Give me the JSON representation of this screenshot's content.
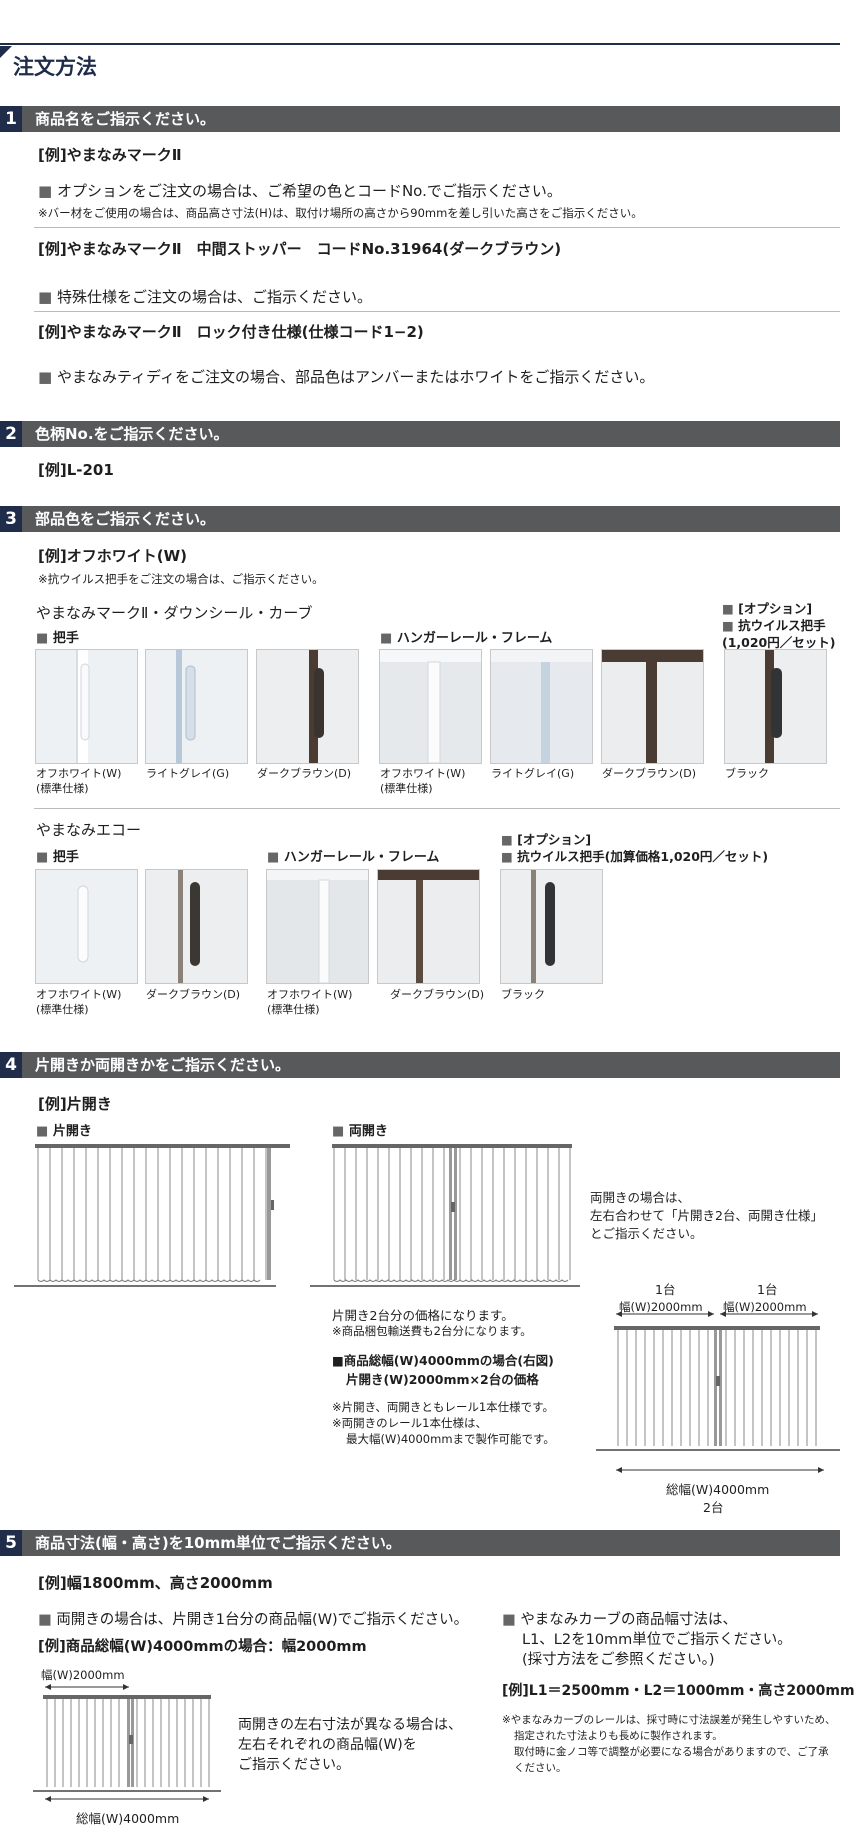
{
  "page_title": "注文方法",
  "sections": {
    "s1": {
      "num": "1",
      "title": "商品名をご指示ください。",
      "ex1": "[例]やまなみマークⅡ",
      "opt": "オプションをご注文の場合は、ご希望の色とコードNo.でご指示ください。",
      "opt_note": "※バー材をご使用の場合は、商品高さ寸法(H)は、取付け場所の高さから90mmを差し引いた高さをご指示ください。",
      "ex2": "[例]やまなみマークⅡ　中間ストッパー　コードNo.31964(ダークブラウン)",
      "special": "特殊仕様をご注文の場合は、ご指示ください。",
      "ex3": "[例]やまなみマークⅡ　ロック付き仕様(仕様コード1−2)",
      "tidy": "やまなみティディをご注文の場合、部品色はアンバーまたはホワイトをご指示ください。"
    },
    "s2": {
      "num": "2",
      "title": "色柄No.をご指示ください。",
      "ex": "[例]L-201"
    },
    "s3": {
      "num": "3",
      "title": "部品色をご指示ください。",
      "ex": "[例]オフホワイト(W)",
      "note": "※抗ウイルス把手をご注文の場合は、ご指示ください。",
      "g1": {
        "title": "やまなみマークⅡ・ダウンシール・カーブ",
        "handle": "把手",
        "rail": "ハンガーレール・フレーム",
        "opt_l1": "[オプション]",
        "opt_l2": "抗ウイルス把手",
        "opt_l3": "(1,020円／セット)",
        "labels": [
          "オフホワイト(W)",
          "(標準仕様)",
          "ライトグレイ(G)",
          "ダークブラウン(D)",
          "オフホワイト(W)",
          "(標準仕様)",
          "ライトグレイ(G)",
          "ダークブラウン(D)",
          "ブラック"
        ]
      },
      "g2": {
        "title": "やまなみエコー",
        "handle": "把手",
        "rail": "ハンガーレール・フレーム",
        "opt_l1": "[オプション]",
        "opt_l2": "抗ウイルス把手(加算価格1,020円／セット)",
        "labels": [
          "オフホワイト(W)",
          "(標準仕様)",
          "ダークブラウン(D)",
          "オフホワイト(W)",
          "(標準仕様)",
          "ダークブラウン(D)",
          "ブラック"
        ]
      }
    },
    "s4": {
      "num": "4",
      "title": "片開きか両開きかをご指示ください。",
      "ex": "[例]片開き",
      "single": "片開き",
      "double": "両開き",
      "dbl_l1": "両開きの場合は、",
      "dbl_l2": "左右合わせて「片開き2台、両開き仕様」",
      "dbl_l3": "とご指示ください。",
      "price1": "片開き2台分の価格になります。",
      "price_note": "※商品梱包輸送費も2台分になります。",
      "case1": "■商品総幅(W)4000mmの場合(右図)",
      "case2": "片開き(W)2000mm×2台の価格",
      "rail1": "※片開き、両開きともレール1本仕様です。",
      "rail2": "※両開きのレール1本仕様は、",
      "rail3": "最大幅(W)4000mmまで製作可能です。",
      "unit1": "1台",
      "unit2": "1台",
      "w1": "幅(W)2000mm",
      "w2": "幅(W)2000mm",
      "total": "総幅(W)4000mm",
      "total_units": "2台"
    },
    "s5": {
      "num": "5",
      "title": "商品寸法(幅・高さ)を10mm単位でご指示ください。",
      "ex": "[例]幅1800mm、高さ2000mm",
      "left1": "両開きの場合は、片開き1台分の商品幅(W)でご指示ください。",
      "left_ex": "[例]商品総幅(W)4000mmの場合：幅2000mm",
      "w": "幅(W)2000mm",
      "total": "総幅(W)4000mm",
      "mid1": "両開きの左右寸法が異なる場合は、",
      "mid2": "左右それぞれの商品幅(W)を",
      "mid3": "ご指示ください。",
      "r1": "やまなみカーブの商品幅寸法は、",
      "r2": "L1、L2を10mm単位でご指示ください。",
      "r3": "(採寸方法をご参照ください。)",
      "r_ex": "[例]L1＝2500mm・L2＝1000mm・高さ2000mm",
      "n1": "※やまなみカーブのレールは、採寸時に寸法誤差が発生しやすいため、",
      "n2": "指定された寸法よりも長めに製作されます。",
      "n3": "取付時に金ノコ等で調整が必要になる場合がありますので、ご了承",
      "n4": "ください。"
    }
  },
  "colors": {
    "navy": "#1f2d4a",
    "section_bar": "#58595b",
    "off_white": "#eef1f4",
    "light_gray": "#c5d3df",
    "dark_brown": "#4a3c32",
    "black": "#303436"
  }
}
